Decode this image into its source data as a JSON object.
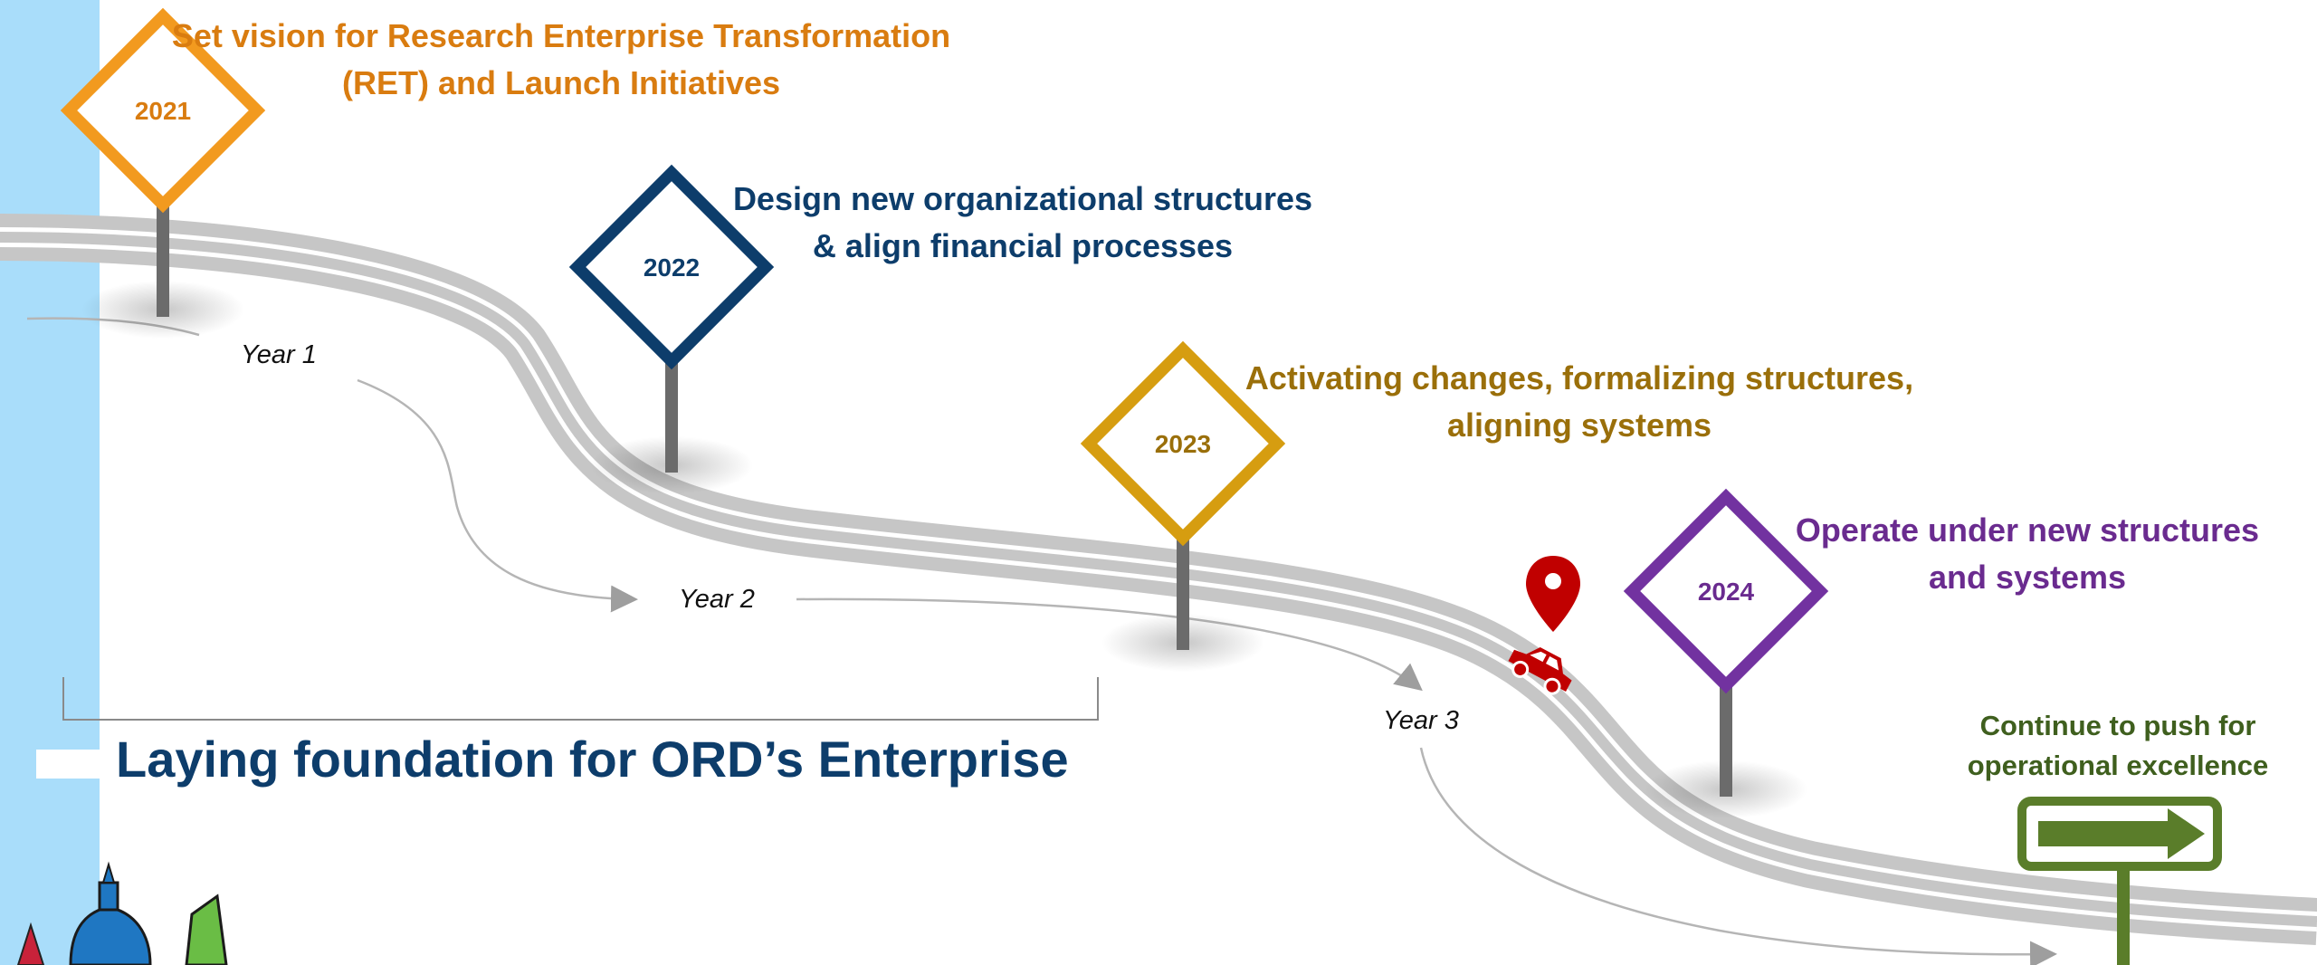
{
  "milestones": [
    {
      "year": "2021",
      "line1": "Set vision for Research Enterprise Transformation",
      "line2": "(RET) and Launch Initiatives",
      "color": "#f29a1f",
      "text_color": "#d97c10"
    },
    {
      "year": "2022",
      "line1": "Design new organizational structures",
      "line2": "& align financial processes",
      "color": "#0d3d6b",
      "text_color": "#0d3d6b"
    },
    {
      "year": "2023",
      "line1": "Activating changes, formalizing structures,",
      "line2": "aligning systems",
      "color": "#d69d10",
      "text_color": "#9a6f0a"
    },
    {
      "year": "2024",
      "line1": "Operate under new structures",
      "line2": "and systems",
      "color": "#7232a0",
      "text_color": "#6a2b8f"
    }
  ],
  "final": {
    "line1": "Continue to push for",
    "line2": "operational excellence",
    "color": "#5a7d2a"
  },
  "years": [
    "Year 1",
    "Year 2",
    "Year 3"
  ],
  "caption": "Laying foundation for ORD’s Enterprise",
  "colors": {
    "road": "#c6c6c6",
    "left_bar": "#a9ddfa",
    "car": "#c00000",
    "post": "#6b6b6b"
  }
}
